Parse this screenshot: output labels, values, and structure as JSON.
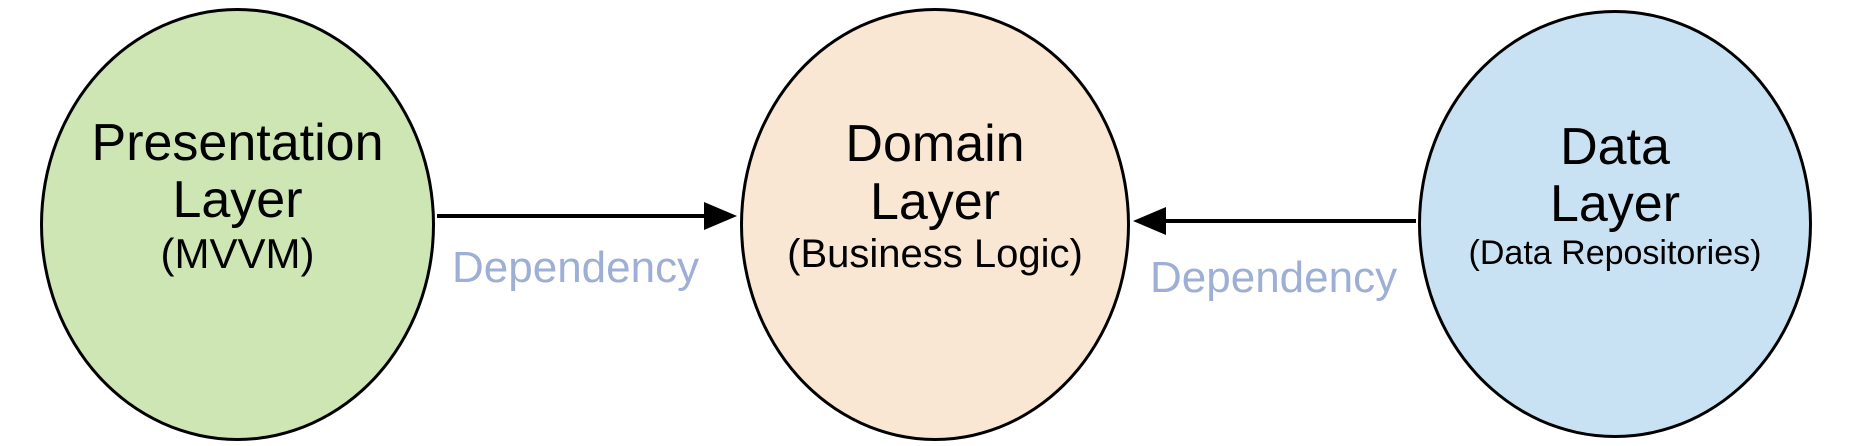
{
  "diagram": {
    "background_color": "#ffffff",
    "nodes": [
      {
        "id": "presentation-layer",
        "title_line1": "Presentation",
        "title_line2": "Layer",
        "subtitle": "(MVVM)",
        "fill": "#cde6b4",
        "stroke": "#000000"
      },
      {
        "id": "domain-layer",
        "title_line1": "Domain",
        "title_line2": "Layer",
        "subtitle": "(Business Logic)",
        "fill": "#fae7d3",
        "stroke": "#000000"
      },
      {
        "id": "data-layer",
        "title_line1": "Data",
        "title_line2": "Layer",
        "subtitle": "(Data Repositories)",
        "fill": "#c9e2f3",
        "stroke": "#000000"
      }
    ],
    "edges": [
      {
        "label": "Dependency",
        "from": "presentation-layer",
        "to": "domain-layer",
        "arrow_direction": "right",
        "line_color": "#000000",
        "label_color": "#9eafd6"
      },
      {
        "label": "Dependency",
        "from": "data-layer",
        "to": "domain-layer",
        "arrow_direction": "left",
        "line_color": "#000000",
        "label_color": "#9eafd6"
      }
    ]
  }
}
